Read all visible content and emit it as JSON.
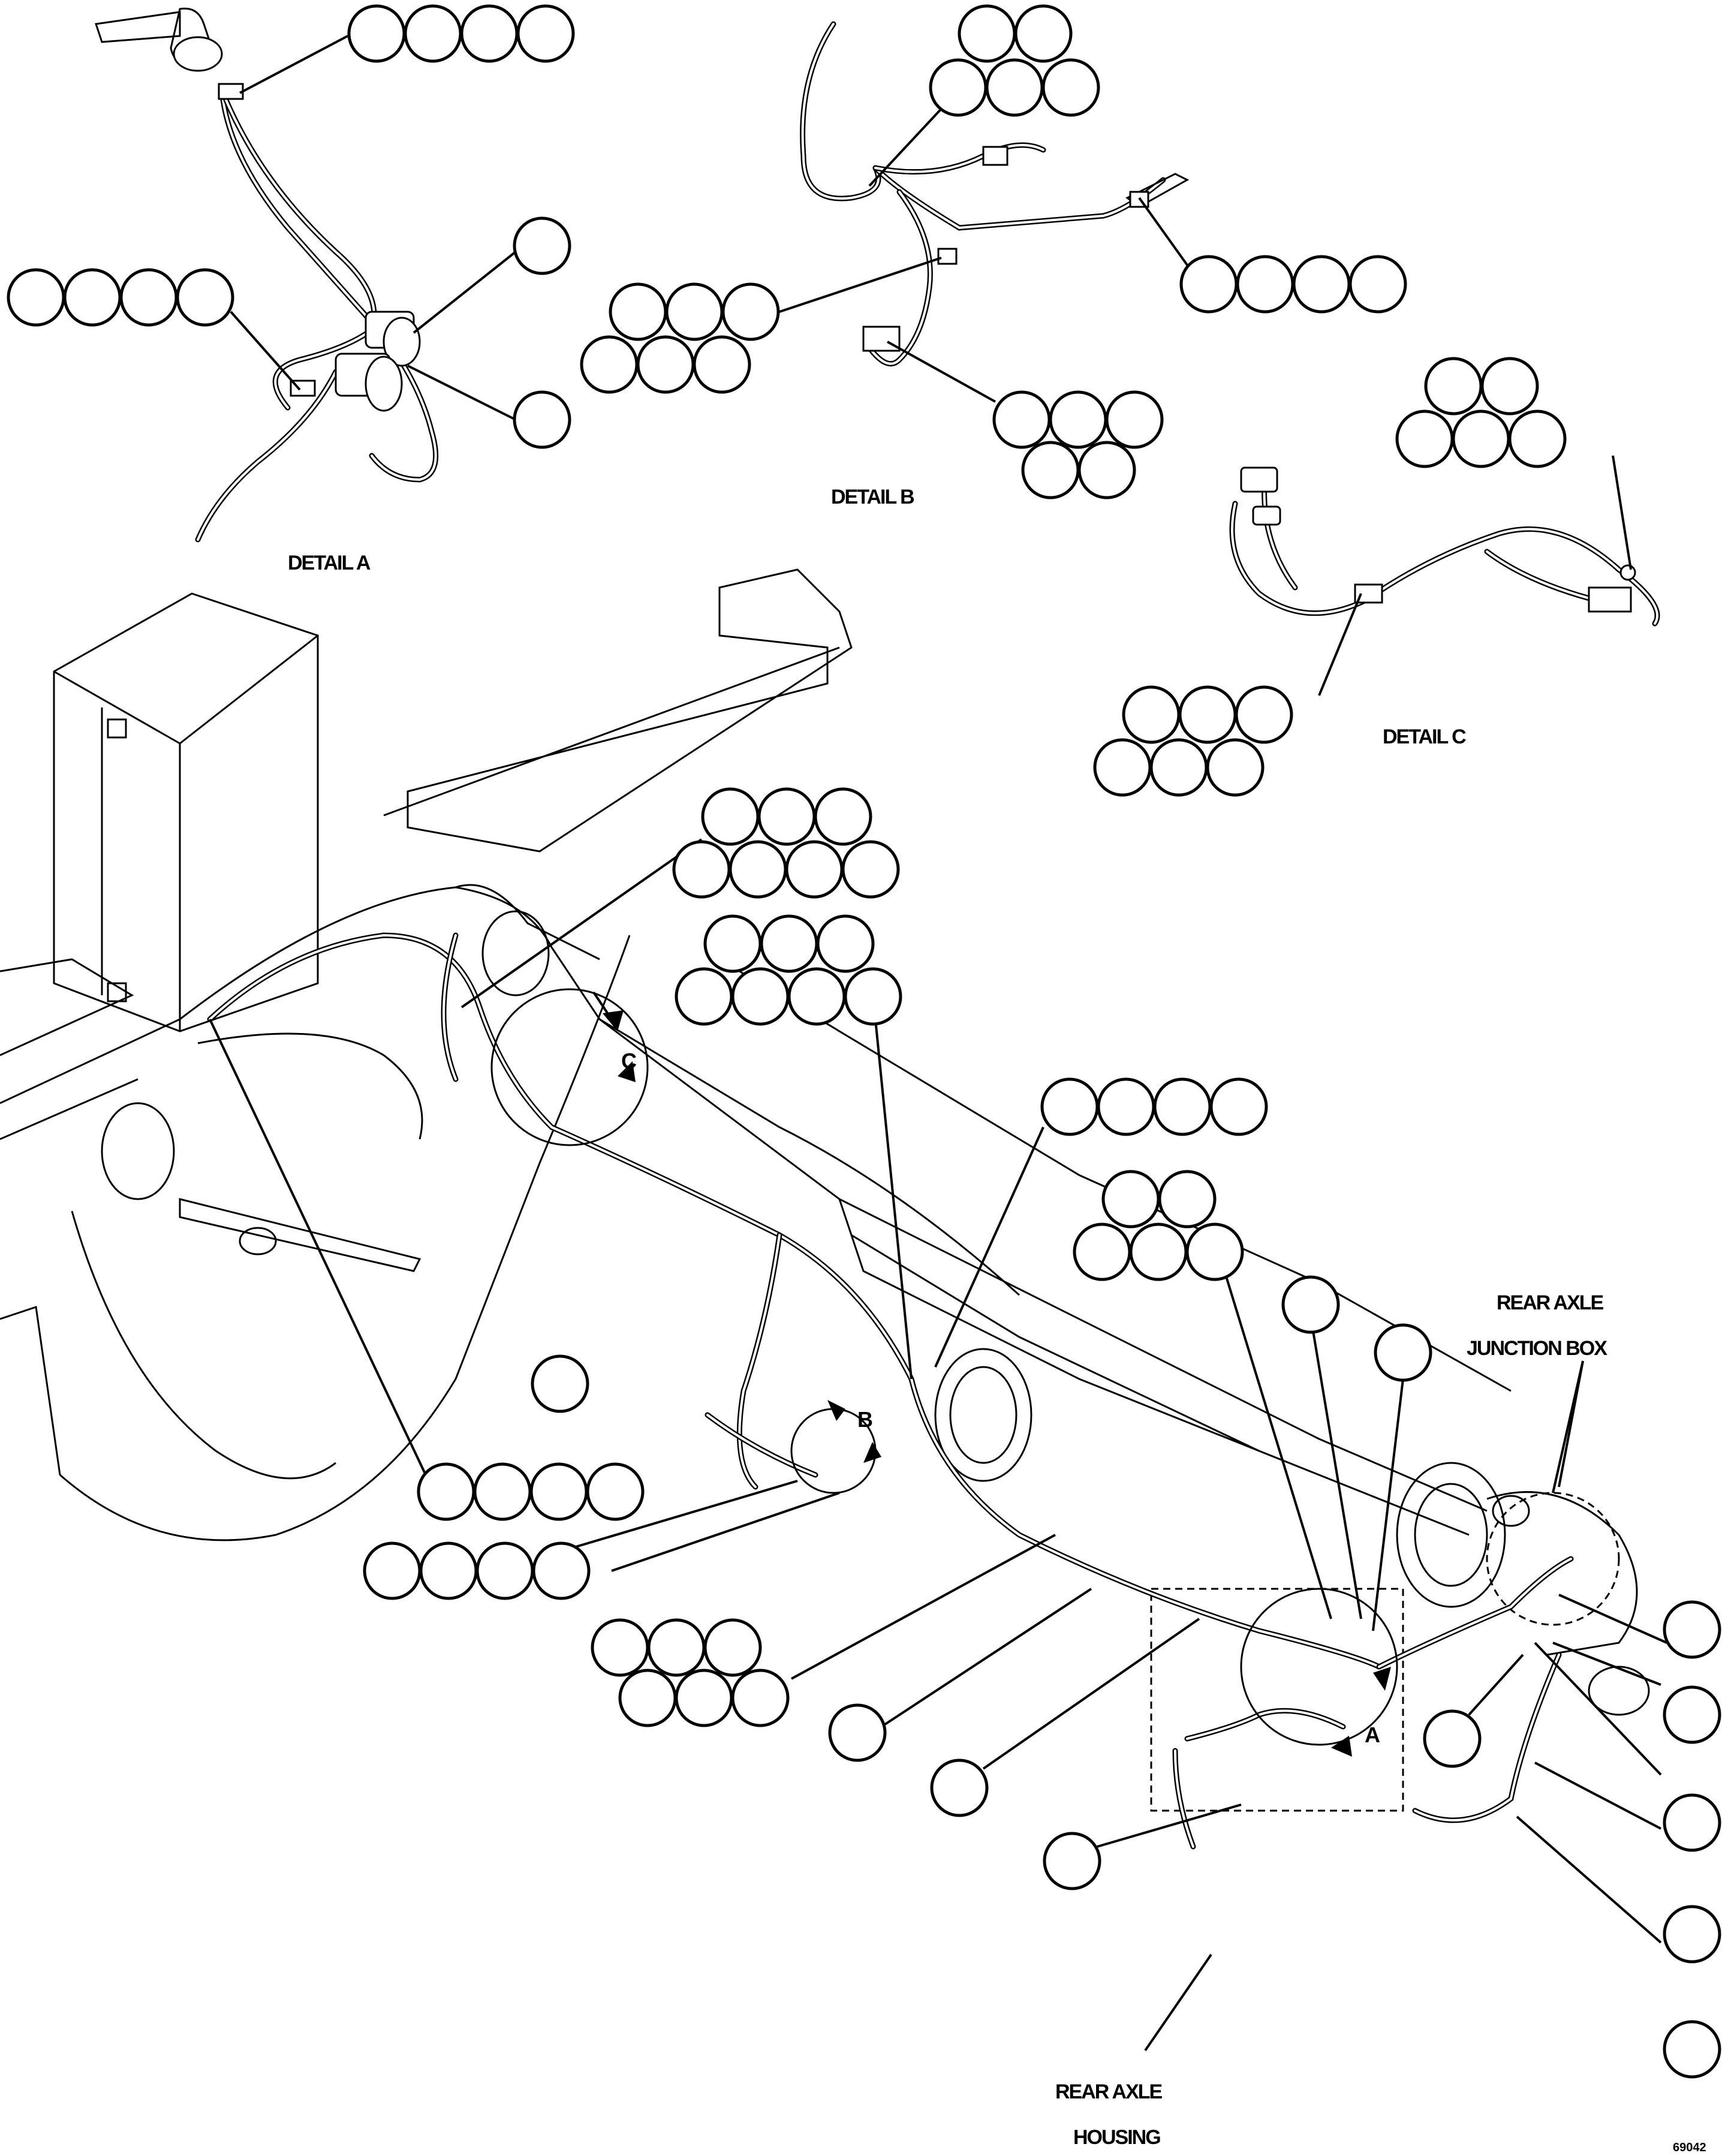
{
  "labels": {
    "detail_a": "DETAIL A",
    "detail_b": "DETAIL B",
    "detail_c": "DETAIL C",
    "rear_axle_junction_line1": "REAR AXLE",
    "rear_axle_junction_line2": "JUNCTION BOX",
    "rear_axle_housing_line1": "REAR AXLE",
    "rear_axle_housing_line2": "HOUSING",
    "callout_a": "A",
    "callout_b": "B",
    "callout_c": "C",
    "figure_number": "69042"
  },
  "colors": {
    "ink": "#000000",
    "paper": "#ffffff"
  }
}
